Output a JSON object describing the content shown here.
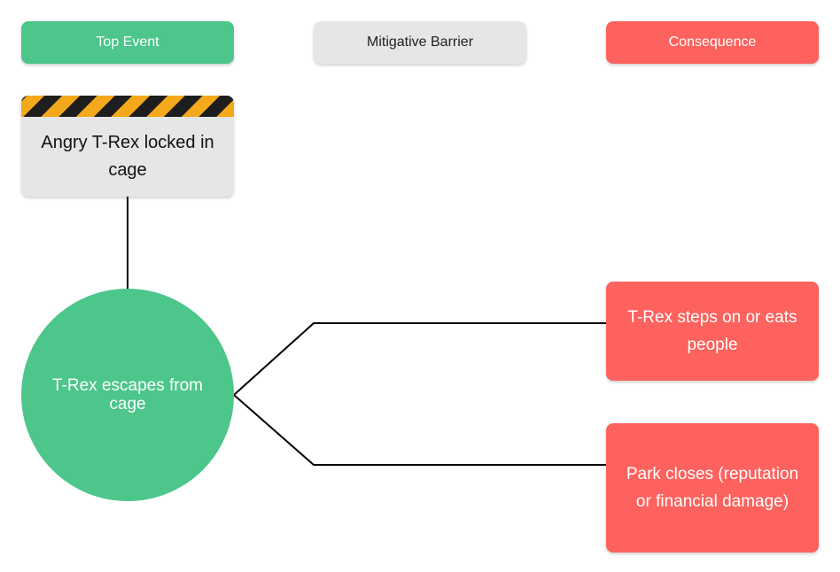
{
  "legend": {
    "top_event": "Top Event",
    "mitigative_barrier": "Mitigative Barrier",
    "consequence": "Consequence"
  },
  "hazard": {
    "label": "Angry T-Rex locked in cage"
  },
  "top_event": {
    "label": "T-Rex escapes from cage"
  },
  "consequences": [
    {
      "label": "T-Rex steps on or eats people"
    },
    {
      "label": "Park closes (reputation or financial damage)"
    }
  ],
  "colors": {
    "top_event": "#4cc68a",
    "barrier": "#e6e6e6",
    "consequence": "#fd625e",
    "hazard_stripe_yellow": "#f4a81c",
    "hazard_stripe_black": "#1e1e1e",
    "connector": "#000000"
  }
}
